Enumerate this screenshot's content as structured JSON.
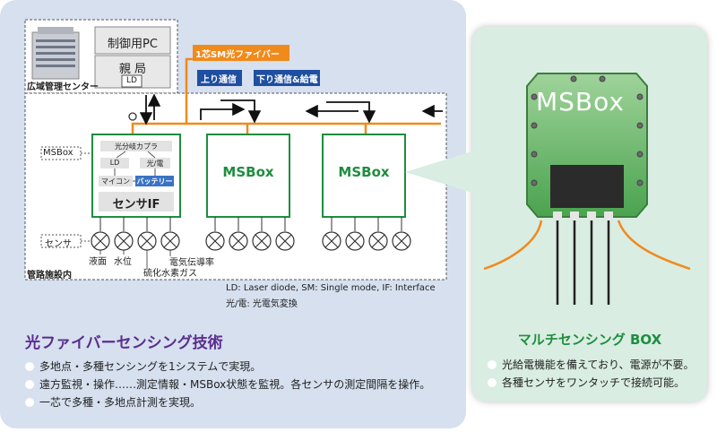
{
  "facility": {
    "center_label": "広域管理センター",
    "control_pc": "制御用PC",
    "master_station": "親 局",
    "ld_box": "LD"
  },
  "fiber": {
    "fiber_label": "1芯SM光ファイバー",
    "uplink": "上り通信",
    "downlink": "下り通信&給電"
  },
  "msbox_detail": {
    "side_label": "MSBox",
    "optical_coupler": "光分岐カプラ",
    "ld": "LD",
    "photo_electric": "光/電",
    "microcontroller": "マイコン",
    "battery": "バッテリー",
    "sensor_if": "センサIF"
  },
  "msboxes": [
    "MSBox",
    "MSBox"
  ],
  "sensors": {
    "side_label": "センサ",
    "liquid_level": "液面",
    "water_level": "水位",
    "conductivity": "電気伝導率",
    "h2s_gas": "硫化水素ガス"
  },
  "pipeline_label": "管路施設内",
  "legend": {
    "line1": "LD: Laser diode, SM: Single mode, IF: Interface",
    "line2": "光/電: 光電気変換"
  },
  "left_section": {
    "title": "光ファイバーセンシング技術",
    "bullets": [
      "多地点・多種センシングを1システムで実現。",
      "遠方監視・操作……測定情報・MSBox状態を監視。各センサの測定間隔を操作。",
      "一芯で多種・多地点計測を実現。"
    ]
  },
  "right_section": {
    "box_label": "MSBox",
    "title": "マルチセンシング BOX",
    "bullets": [
      "光給電機能を備えており、電源が不要。",
      "各種センサをワンタッチで接続可能。"
    ]
  },
  "colors": {
    "fiber_orange": "#f08a1c",
    "box_green": "#1e8e3e",
    "label_blue": "#1f4fa0",
    "title_purple": "#5b2d8e"
  }
}
